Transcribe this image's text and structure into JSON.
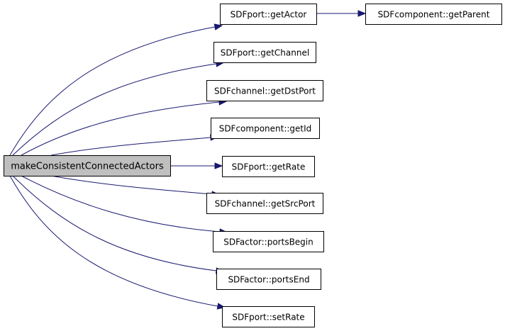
{
  "diagram": {
    "type": "call-graph",
    "colors": {
      "edge": "#191970",
      "root_fill": "#bfbfbf",
      "node_fill": "#ffffff",
      "border": "#000000"
    },
    "nodes": [
      {
        "id": "root",
        "label": "makeConsistentConnectedActors",
        "highlighted": true
      },
      {
        "id": "getActor",
        "label": "SDFport::getActor"
      },
      {
        "id": "getParent",
        "label": "SDFcomponent::getParent"
      },
      {
        "id": "getChannel",
        "label": "SDFport::getChannel"
      },
      {
        "id": "getDstPort",
        "label": "SDFchannel::getDstPort"
      },
      {
        "id": "getId",
        "label": "SDFcomponent::getId"
      },
      {
        "id": "getRate",
        "label": "SDFport::getRate"
      },
      {
        "id": "getSrcPort",
        "label": "SDFchannel::getSrcPort"
      },
      {
        "id": "portsBegin",
        "label": "SDFactor::portsBegin"
      },
      {
        "id": "portsEnd",
        "label": "SDFactor::portsEnd"
      },
      {
        "id": "setRate",
        "label": "SDFport::setRate"
      }
    ],
    "edges": [
      {
        "from": "root",
        "to": "getActor"
      },
      {
        "from": "root",
        "to": "getChannel"
      },
      {
        "from": "root",
        "to": "getDstPort"
      },
      {
        "from": "root",
        "to": "getId"
      },
      {
        "from": "root",
        "to": "getRate"
      },
      {
        "from": "root",
        "to": "getSrcPort"
      },
      {
        "from": "root",
        "to": "portsBegin"
      },
      {
        "from": "root",
        "to": "portsEnd"
      },
      {
        "from": "root",
        "to": "setRate"
      },
      {
        "from": "getActor",
        "to": "getParent"
      }
    ]
  }
}
